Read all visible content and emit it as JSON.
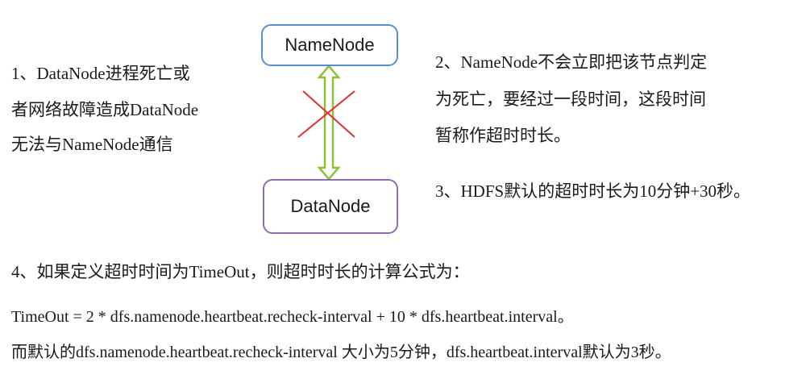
{
  "diagram": {
    "namenode_label": "NameNode",
    "datanode_label": "DataNode",
    "colors": {
      "namenode_border": "#5b8ed1",
      "datanode_border": "#8e6db0",
      "arrow": "#8fbf3f",
      "cross": "#e03030"
    }
  },
  "notes": {
    "note1": [
      "1、DataNode进程死亡或",
      "者网络故障造成DataNode",
      "无法与NameNode通信"
    ],
    "note2": [
      "2、NameNode不会立即把该节点判定",
      "为死亡，要经过一段时间，这段时间",
      "暂称作超时时长。"
    ],
    "note3": "3、HDFS默认的超时时长为10分钟+30秒。",
    "note4": "4、如果定义超时时间为TimeOut，则超时时长的计算公式为：",
    "formula": "TimeOut  = 2 * dfs.namenode.heartbeat.recheck-interval + 10 * dfs.heartbeat.interval。",
    "defaults": "而默认的dfs.namenode.heartbeat.recheck-interval 大小为5分钟，dfs.heartbeat.interval默认为3秒。"
  }
}
